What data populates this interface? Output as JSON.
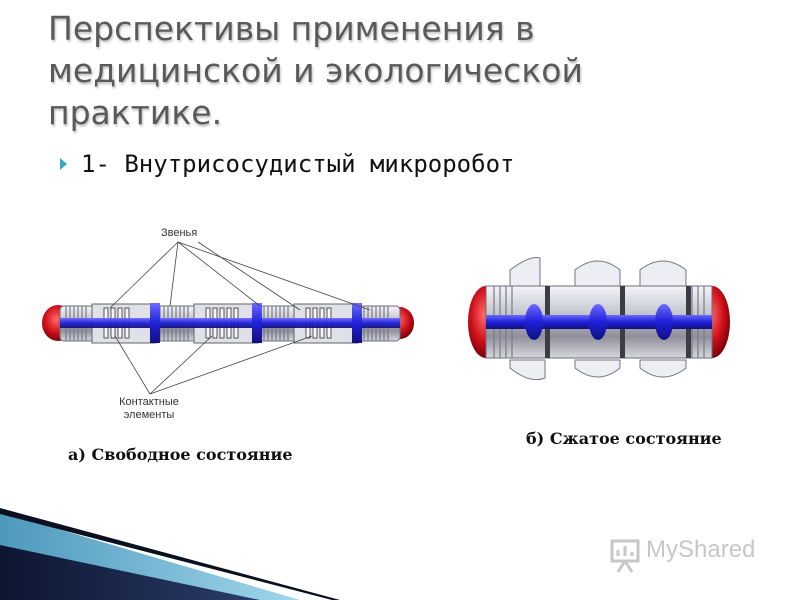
{
  "slide": {
    "title": "Перспективы применения в медицинской и экологической практике.",
    "bullet": "1- Внутрисосудистый микроробот"
  },
  "figure_a": {
    "caption": "а) Свободное состояние",
    "label_links": "Звенья",
    "label_contacts": "Контактные элементы"
  },
  "figure_b": {
    "caption": "б) Сжатое состояние"
  },
  "watermark": {
    "text": "MyShared",
    "icon": "presentation-board-icon"
  },
  "colors": {
    "accent": "#3aa6c4",
    "robot_blue": "#2a2ae0",
    "robot_red": "#d0101a",
    "metal": "#c8c8d0",
    "deco_dark": "#1e2a52",
    "deco_teal": "#3a8fb8"
  }
}
